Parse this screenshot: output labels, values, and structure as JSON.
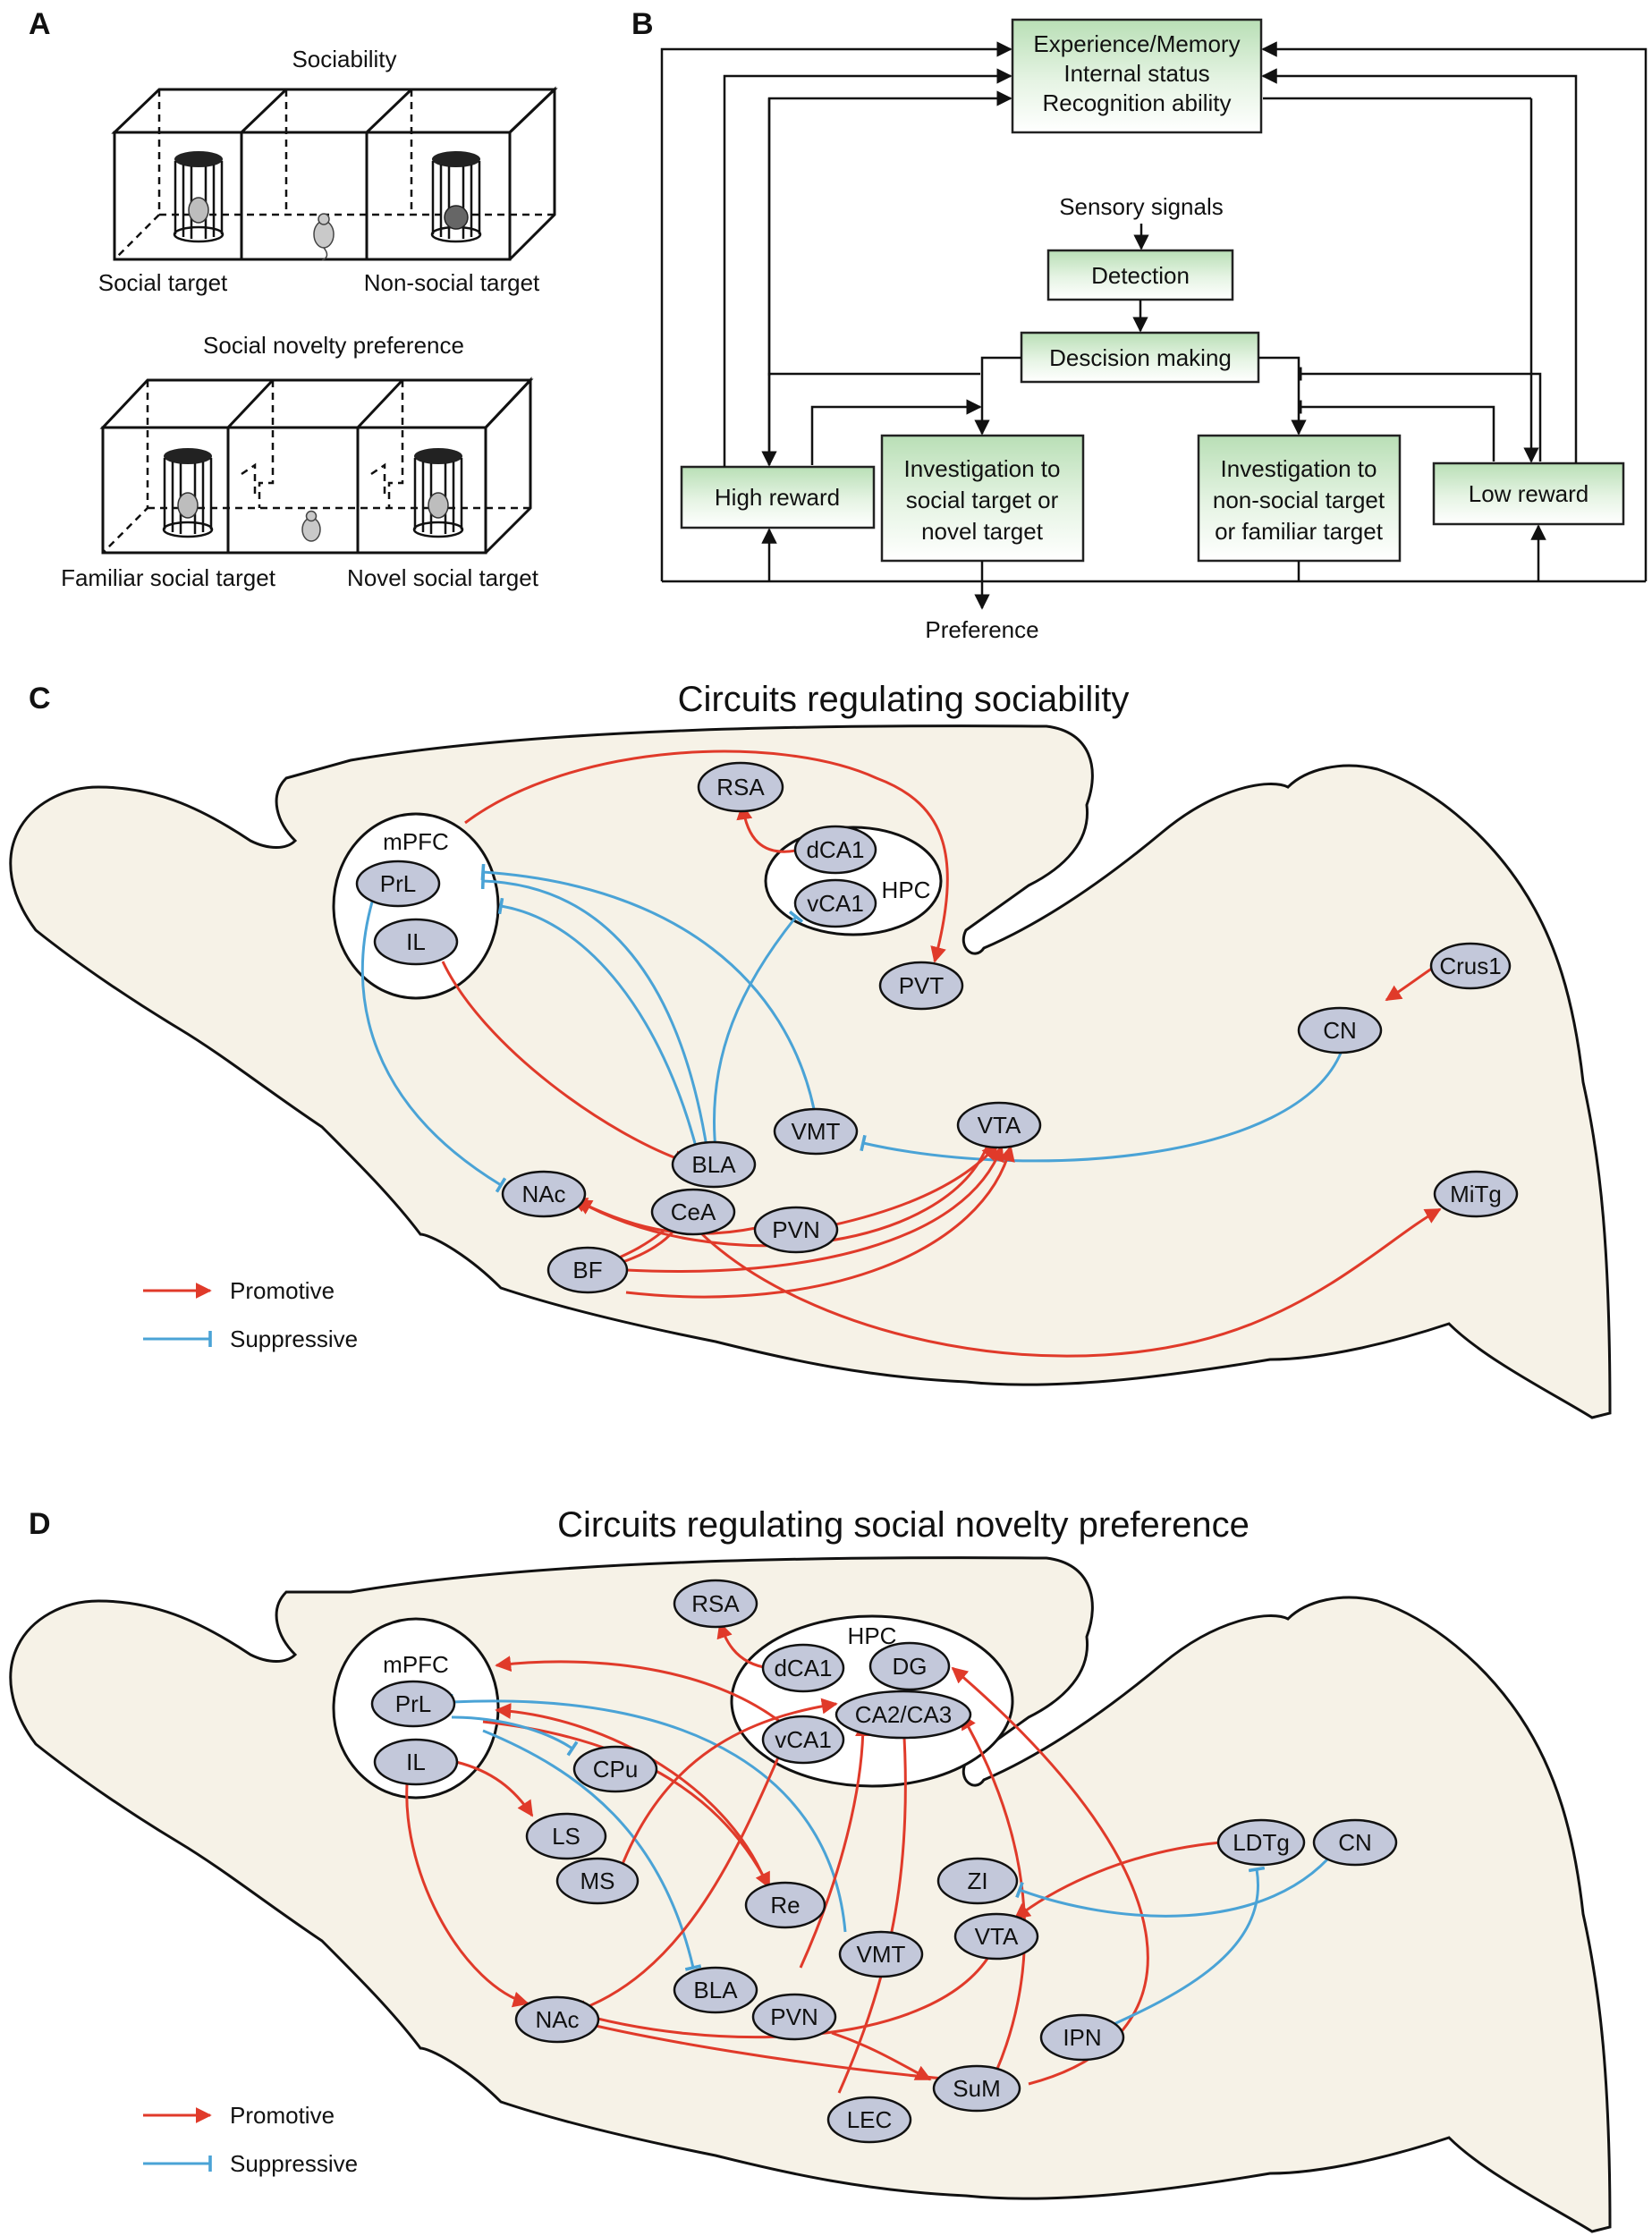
{
  "panels": {
    "a": "A",
    "b": "B",
    "c": "C",
    "d": "D"
  },
  "panel_a": {
    "sociability_title": "Sociability",
    "social_target": "Social target",
    "non_social_target": "Non-social target",
    "novelty_title": "Social novelty preference",
    "familiar_target": "Familiar social target",
    "novel_target": "Novel social target"
  },
  "panel_b": {
    "top_box": [
      "Experience/Memory",
      "Internal status",
      "Recognition ability"
    ],
    "sensory": "Sensory signals",
    "detection": "Detection",
    "decision": "Descision making",
    "high_reward": "High reward",
    "low_reward": "Low reward",
    "inv_social": [
      "Investigation to",
      "social target or",
      "novel target"
    ],
    "inv_nonsocial": [
      "Investigation to",
      "non-social target",
      "or familiar target"
    ],
    "preference": "Preference"
  },
  "panel_c": {
    "title": "Circuits regulating sociability",
    "regions": {
      "mpfc": "mPFC",
      "hpc": "HPC"
    },
    "nodes": {
      "rsa": "RSA",
      "dca1": "dCA1",
      "vca1": "vCA1",
      "prl": "PrL",
      "il": "IL",
      "pvt": "PVT",
      "crus1": "Crus1",
      "cn": "CN",
      "vmt": "VMT",
      "vta": "VTA",
      "bla": "BLA",
      "nac": "NAc",
      "cea": "CeA",
      "pvn": "PVN",
      "bf": "BF",
      "mitg": "MiTg"
    },
    "legend": {
      "promotive": "Promotive",
      "suppressive": "Suppressive"
    }
  },
  "panel_d": {
    "title": "Circuits regulating social novelty preference",
    "regions": {
      "mpfc": "mPFC",
      "hpc": "HPC"
    },
    "nodes": {
      "rsa": "RSA",
      "dca1": "dCA1",
      "dg": "DG",
      "ca23": "CA2/CA3",
      "vca1": "vCA1",
      "prl": "PrL",
      "il": "IL",
      "cpu": "CPu",
      "ls": "LS",
      "ms": "MS",
      "re": "Re",
      "zi": "ZI",
      "ldtg": "LDTg",
      "cn": "CN",
      "vta": "VTA",
      "vmt": "VMT",
      "bla": "BLA",
      "nac": "NAc",
      "pvn": "PVN",
      "ipn": "IPN",
      "sum": "SuM",
      "lec": "LEC"
    },
    "legend": {
      "promotive": "Promotive",
      "suppressive": "Suppressive"
    }
  },
  "colors": {
    "promotive": "#e03a2a",
    "suppressive": "#4aa3d6",
    "node_fill": "#c3c8da",
    "box_green": "#c9e6c6",
    "brain_fill": "#f6f2e7"
  }
}
